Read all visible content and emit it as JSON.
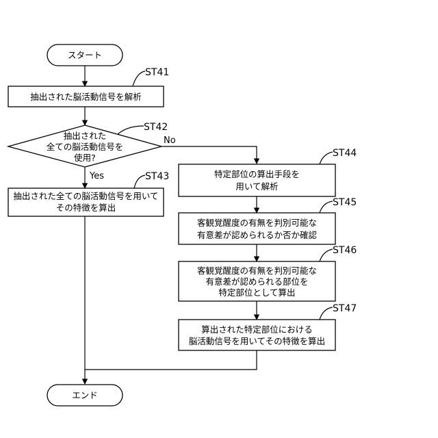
{
  "flowchart": {
    "start": "スタート",
    "end": "エンド",
    "st41": {
      "id": "ST41",
      "text": "抽出された脳活動信号を解析"
    },
    "st42": {
      "id": "ST42",
      "line1": "抽出された",
      "line2": "全ての脳活動信号を",
      "line3": "使用?"
    },
    "st43": {
      "id": "ST43",
      "line1": "抽出された全ての脳活動信号を用いて",
      "line2": "その特徴を算出"
    },
    "st44": {
      "id": "ST44",
      "line1": "特定部位の算出手段を",
      "line2": "用いて解析"
    },
    "st45": {
      "id": "ST45",
      "line1": "客観覚醒度の有無を判別可能な",
      "line2": "有意差が認められるか否か確認"
    },
    "st46": {
      "id": "ST46",
      "line1": "客観覚醒度の有無を判別可能な",
      "line2": "有意差が認められる部位を",
      "line3": "特定部位として算出"
    },
    "st47": {
      "id": "ST47",
      "line1": "算出された特定部位における",
      "line2": "脳活動信号を用いてその特徴を算出"
    },
    "yes": "Yes",
    "no": "No"
  }
}
